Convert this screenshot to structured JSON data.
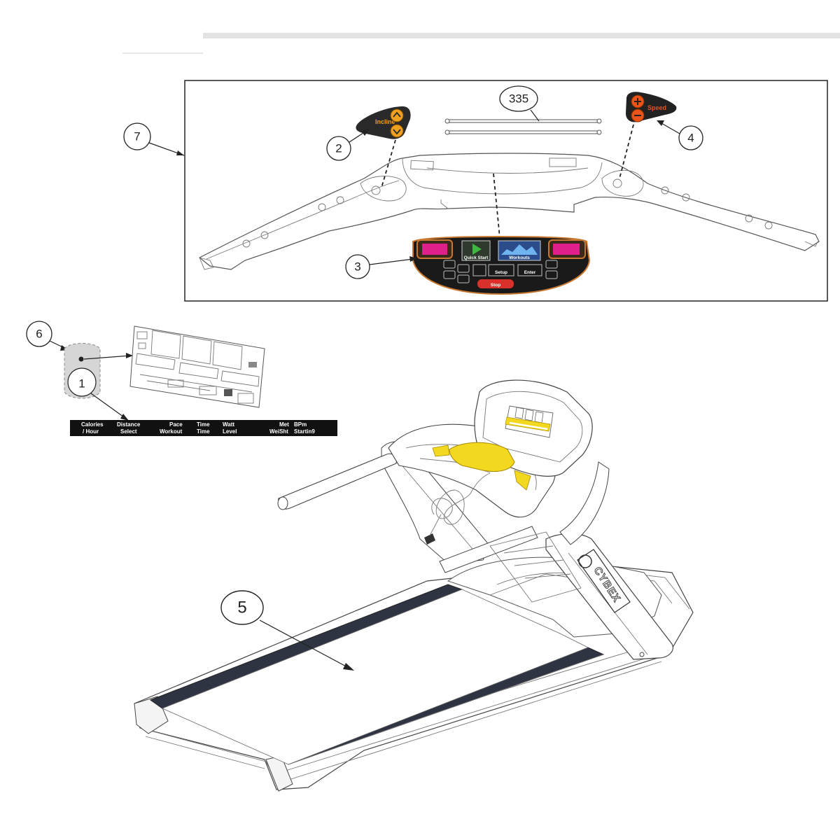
{
  "callouts": {
    "c1": "1",
    "c2": "2",
    "c3": "3",
    "c4": "4",
    "c5": "5",
    "c6": "6",
    "c7": "7",
    "c335": "335"
  },
  "keypads": {
    "incline": "Incline",
    "speed": "Speed"
  },
  "console_overlay": {
    "quick_start": "Quick Start",
    "workouts": "Workouts",
    "setup": "Setup",
    "enter": "Enter",
    "stop": "Stop"
  },
  "label_strip": {
    "col1_top": "Calories",
    "col1_bottom": "/ Hour",
    "col2_top": "Distance",
    "col2_bottom": "Select",
    "col3_top": "Pace",
    "col3_bottom": "Workout",
    "col4_top": "Time",
    "col4_bottom": "Time",
    "col5_top": "Watt",
    "col5_bottom": "Level",
    "col6_top": "Met",
    "col6_bottom": "WeiSht",
    "col7_top": "BPm",
    "col7_bottom": "Startin9"
  },
  "brand": "CYBEX",
  "colors": {
    "incline_pad": "#2a2a2a",
    "incline_buttons": "#f0a020",
    "speed_pad": "#222222",
    "speed_buttons": "#e8541a",
    "display_magenta": "#e0208a",
    "console_frame": "#c87830",
    "overlay_dark": "#1a1a1a",
    "stop_red": "#d8302a",
    "highlight_yellow": "#f2d81e",
    "belt_rail": "#2f3442"
  }
}
